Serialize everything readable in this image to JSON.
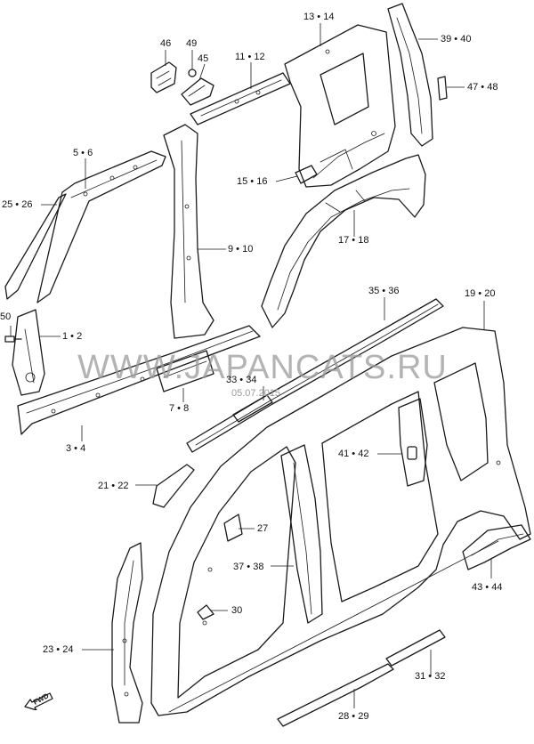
{
  "watermark": "WWW.JAPANCATS.RU",
  "stamp_date": "05.07.2015",
  "direction_badge": "FWD",
  "callouts": [
    {
      "key": "46",
      "text": "46"
    },
    {
      "key": "49",
      "text": "49"
    },
    {
      "key": "45",
      "text": "45"
    },
    {
      "key": "11-12",
      "text": "11 • 12"
    },
    {
      "key": "13-14",
      "text": "13 • 14"
    },
    {
      "key": "39-40",
      "text": "39 • 40"
    },
    {
      "key": "47-48",
      "text": "47 • 48"
    },
    {
      "key": "5-6",
      "text": "5 • 6"
    },
    {
      "key": "25-26",
      "text": "25 • 26"
    },
    {
      "key": "15-16",
      "text": "15 • 16"
    },
    {
      "key": "9-10",
      "text": "9 • 10"
    },
    {
      "key": "17-18",
      "text": "17 • 18"
    },
    {
      "key": "50",
      "text": "50"
    },
    {
      "key": "1-2",
      "text": "1 • 2"
    },
    {
      "key": "35-36",
      "text": "35 • 36"
    },
    {
      "key": "19-20",
      "text": "19 • 20"
    },
    {
      "key": "33-34",
      "text": "33 • 34"
    },
    {
      "key": "7-8",
      "text": "7 • 8"
    },
    {
      "key": "3-4",
      "text": "3 • 4"
    },
    {
      "key": "41-42",
      "text": "41 • 42"
    },
    {
      "key": "21-22",
      "text": "21 • 22"
    },
    {
      "key": "27",
      "text": "27"
    },
    {
      "key": "37-38",
      "text": "37 • 38"
    },
    {
      "key": "43-44",
      "text": "43 • 44"
    },
    {
      "key": "30",
      "text": "30"
    },
    {
      "key": "23-24",
      "text": "23 • 24"
    },
    {
      "key": "31-32",
      "text": "31 • 32"
    },
    {
      "key": "28-29",
      "text": "28 • 29"
    }
  ]
}
